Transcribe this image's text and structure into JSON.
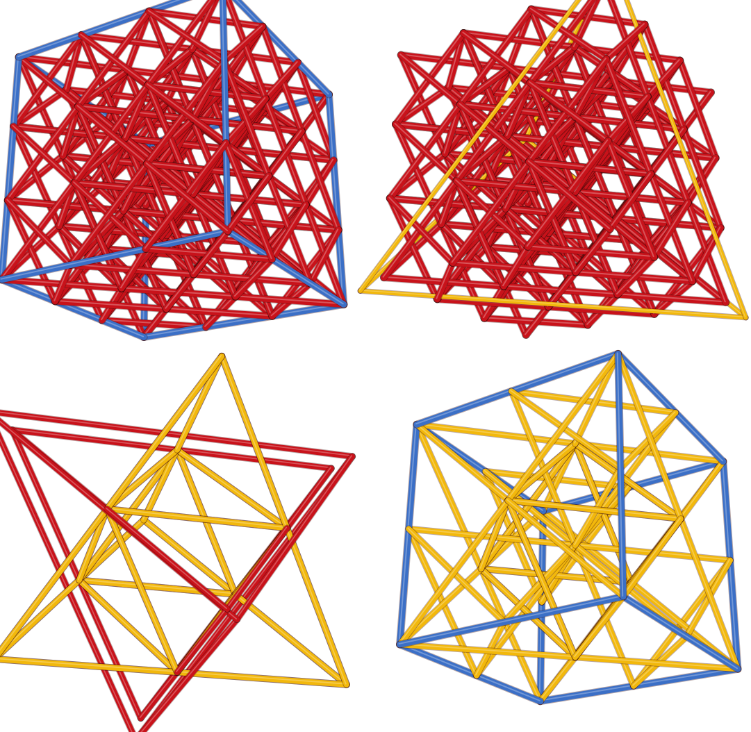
{
  "colors": {
    "background": "#ffffff",
    "red": "#c8121a",
    "blue": "#3b6fc6",
    "yellow": "#f2b80c"
  },
  "panels": [
    {
      "id": "a",
      "icon": "red-lattice-in-blue-cube-icon",
      "rods": [
        "red",
        "blue"
      ]
    },
    {
      "id": "b",
      "icon": "red-lattice-with-yellow-edges-icon",
      "rods": [
        "red",
        "yellow"
      ]
    },
    {
      "id": "c",
      "icon": "red-yellow-stella-octangula-icon",
      "rods": [
        "red",
        "yellow"
      ]
    },
    {
      "id": "d",
      "icon": "yellow-lattice-in-blue-cube-icon",
      "rods": [
        "yellow",
        "blue"
      ]
    }
  ]
}
